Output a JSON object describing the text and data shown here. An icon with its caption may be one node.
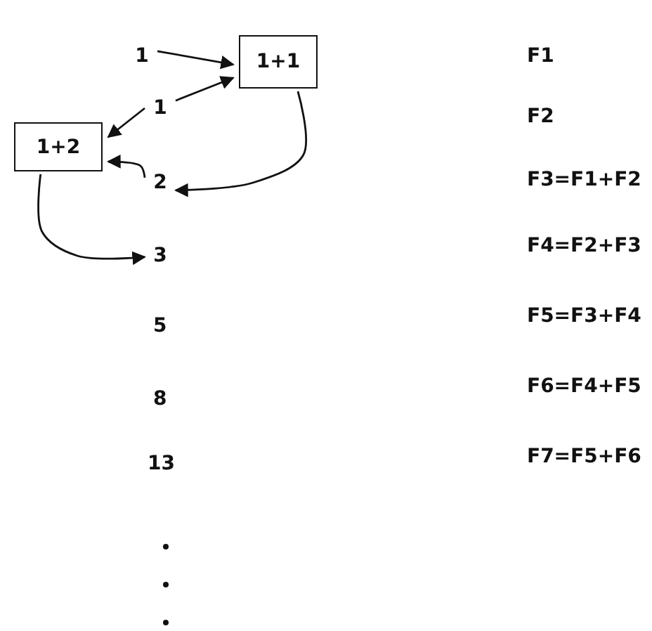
{
  "diagram": {
    "nodes": [
      {
        "text": [
          "1"
        ]
      },
      {
        "text": [
          "1+1"
        ]
      },
      {
        "text": [
          "1"
        ]
      },
      {
        "text": [
          "1+2"
        ]
      },
      {
        "text": [
          "2"
        ]
      },
      {
        "text": [
          "3"
        ]
      }
    ],
    "edges": [
      {
        "from": 0,
        "to": 1,
        "arrow": "to"
      },
      {
        "from": 2,
        "to": 1,
        "arrow": "to"
      },
      {
        "from": 1,
        "to": 4,
        "arrow": "to"
      },
      {
        "from": 2,
        "to": 3,
        "arrow": "to"
      },
      {
        "from": 4,
        "to": 3,
        "arrow": "to"
      },
      {
        "from": 3,
        "to": 5,
        "arrow": "to"
      }
    ],
    "labels": [
      "5",
      "8",
      "13",
      "F1",
      "F2",
      "F3=F1+F2",
      "F4=F2+F3",
      "F5=F3+F4",
      "F6=F4+F5",
      "F7=F5+F6"
    ]
  }
}
